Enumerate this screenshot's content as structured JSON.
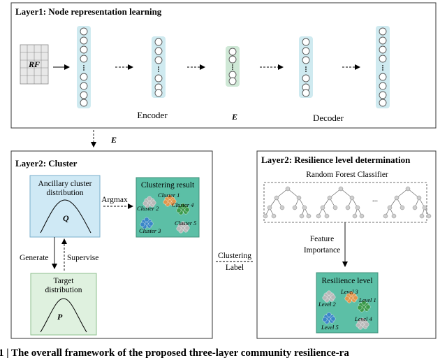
{
  "layer1": {
    "title": "Layer1: Node representation learning",
    "input_label": "RF",
    "encoder_label": "Encoder",
    "embedding_label": "E",
    "decoder_label": "Decoder"
  },
  "link": {
    "label": "E"
  },
  "layer2_cluster": {
    "title": "Layer2: Cluster",
    "q_box": {
      "label_line1": "Ancillary cluster",
      "label_line2": "distribution",
      "symbol": "Q"
    },
    "argmax_label": "Argmax",
    "result_box": {
      "title": "Clustering result",
      "clusters": [
        "Cluster 1",
        "Cluster 2",
        "Cluster 3",
        "Cluster 4",
        "Cluster 5"
      ]
    },
    "generate_label": "Generate",
    "supervise_label": "Supervise",
    "p_box": {
      "label_line1": "Target",
      "label_line2": "distribution",
      "symbol": "P"
    }
  },
  "middle_label": {
    "line1": "Clustering",
    "line2": "Label"
  },
  "layer2_resilience": {
    "title": "Layer2: Resilience level determination",
    "classifier_label": "Random Forest Classifier",
    "ellipsis": "...",
    "feature_line1": "Feature",
    "feature_line2": "Importance",
    "result_box": {
      "title": "Resilience level",
      "levels": [
        "Level 1",
        "Level 2",
        "Level 3",
        "Level 4",
        "Level 5"
      ]
    }
  },
  "caption": "1 | The overall framework of the proposed three-layer community resilience-ra",
  "colors": {
    "layer_col": "#cfeaf0",
    "embed_col": "#cfe8d6",
    "q_box": "#cfe9f5",
    "p_box": "#dff1df",
    "result_box": "#5cbfa6",
    "cluster_orange": "#e0964c",
    "cluster_green": "#3a9a4a",
    "cluster_blue": "#3a86c8",
    "cluster_grey": "#b8b8b8"
  }
}
